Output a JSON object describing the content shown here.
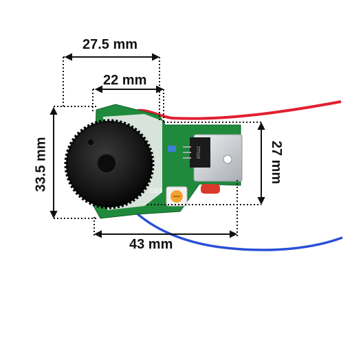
{
  "dimensions": {
    "top_width": "27.5 mm",
    "inner_width": "22 mm",
    "left_height": "33.5 mm",
    "right_height": "27 mm",
    "bottom_width": "43 mm"
  },
  "board": {
    "silkscreen": "DB3",
    "component_marking": "BTA12"
  },
  "colors": {
    "pcb": "#1f8a3c",
    "knob": "#141414",
    "wire_red": "#e0202f",
    "wire_blue": "#2a4fd6",
    "heatsink": "#cfd3d8",
    "background": "#ffffff"
  }
}
